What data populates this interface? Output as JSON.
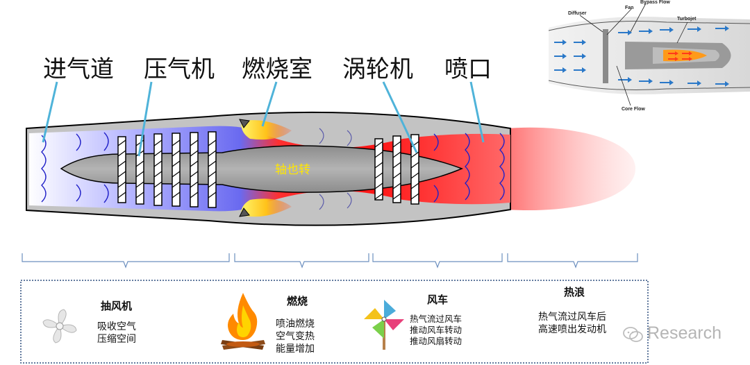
{
  "stage_labels": [
    "进气道",
    "压气机",
    "燃烧室",
    "涡轮机",
    "喷口"
  ],
  "shaft_label": "轴也转",
  "inset": {
    "labels": {
      "diffuser": "Diffuser",
      "fan": "Fan",
      "bypass_flow": "Bypass Flow",
      "turbojet": "Turbojet",
      "core_flow": "Core Flow"
    }
  },
  "analogies": [
    {
      "title": "抽风机",
      "description": "吸收空气\n压缩空间",
      "icon": "fan-icon"
    },
    {
      "title": "燃烧",
      "description": "喷油燃烧\n空气变热\n能量增加",
      "icon": "fire-icon"
    },
    {
      "title": "风车",
      "description": "热气流过风车\n推动风车转动\n推动风扇转动",
      "icon": "pinwheel-icon"
    },
    {
      "title": "热浪",
      "description": "热气流过风车后\n高速喷出发动机",
      "icon": ""
    }
  ],
  "watermark": "Research",
  "colors": {
    "intake": "#8a8aff",
    "compressor": "#6e6ef0",
    "combustion": "#ff2020",
    "exhaust": "#ff9090",
    "nacelle": "#bdbdbd",
    "core": "#9a9a9a",
    "pointer": "#4fb3d9",
    "flame": "#ffcc00",
    "shaft_text": "#ffe600"
  }
}
